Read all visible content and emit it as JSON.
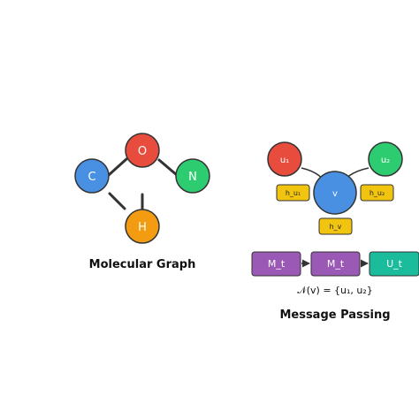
{
  "colors": {
    "oxygen": "#e74c3c",
    "carbon": "#4a90e2",
    "nitrogen": "#2ecc71",
    "hydrogen": "#f39c12",
    "bond": "#333333",
    "tag": "#f1c40f",
    "message_box": "#9b59b6",
    "update_box": "#1abc9c"
  },
  "molecular_graph": {
    "title": "Molecular Graph",
    "atoms": {
      "o": "O",
      "c": "C",
      "n": "N",
      "h": "H"
    }
  },
  "message_passing": {
    "title": "Message Passing",
    "nodes": {
      "u1": "u₁",
      "u2": "u₂",
      "v": "v"
    },
    "tags": {
      "h_u1": "h_u₁",
      "h_u2": "h_u₂",
      "h_v": "h_v"
    },
    "pipeline": [
      "M_t",
      "M_t",
      "U_t"
    ],
    "neighborhood": "𝒩(v) = {u₁, u₂}"
  }
}
